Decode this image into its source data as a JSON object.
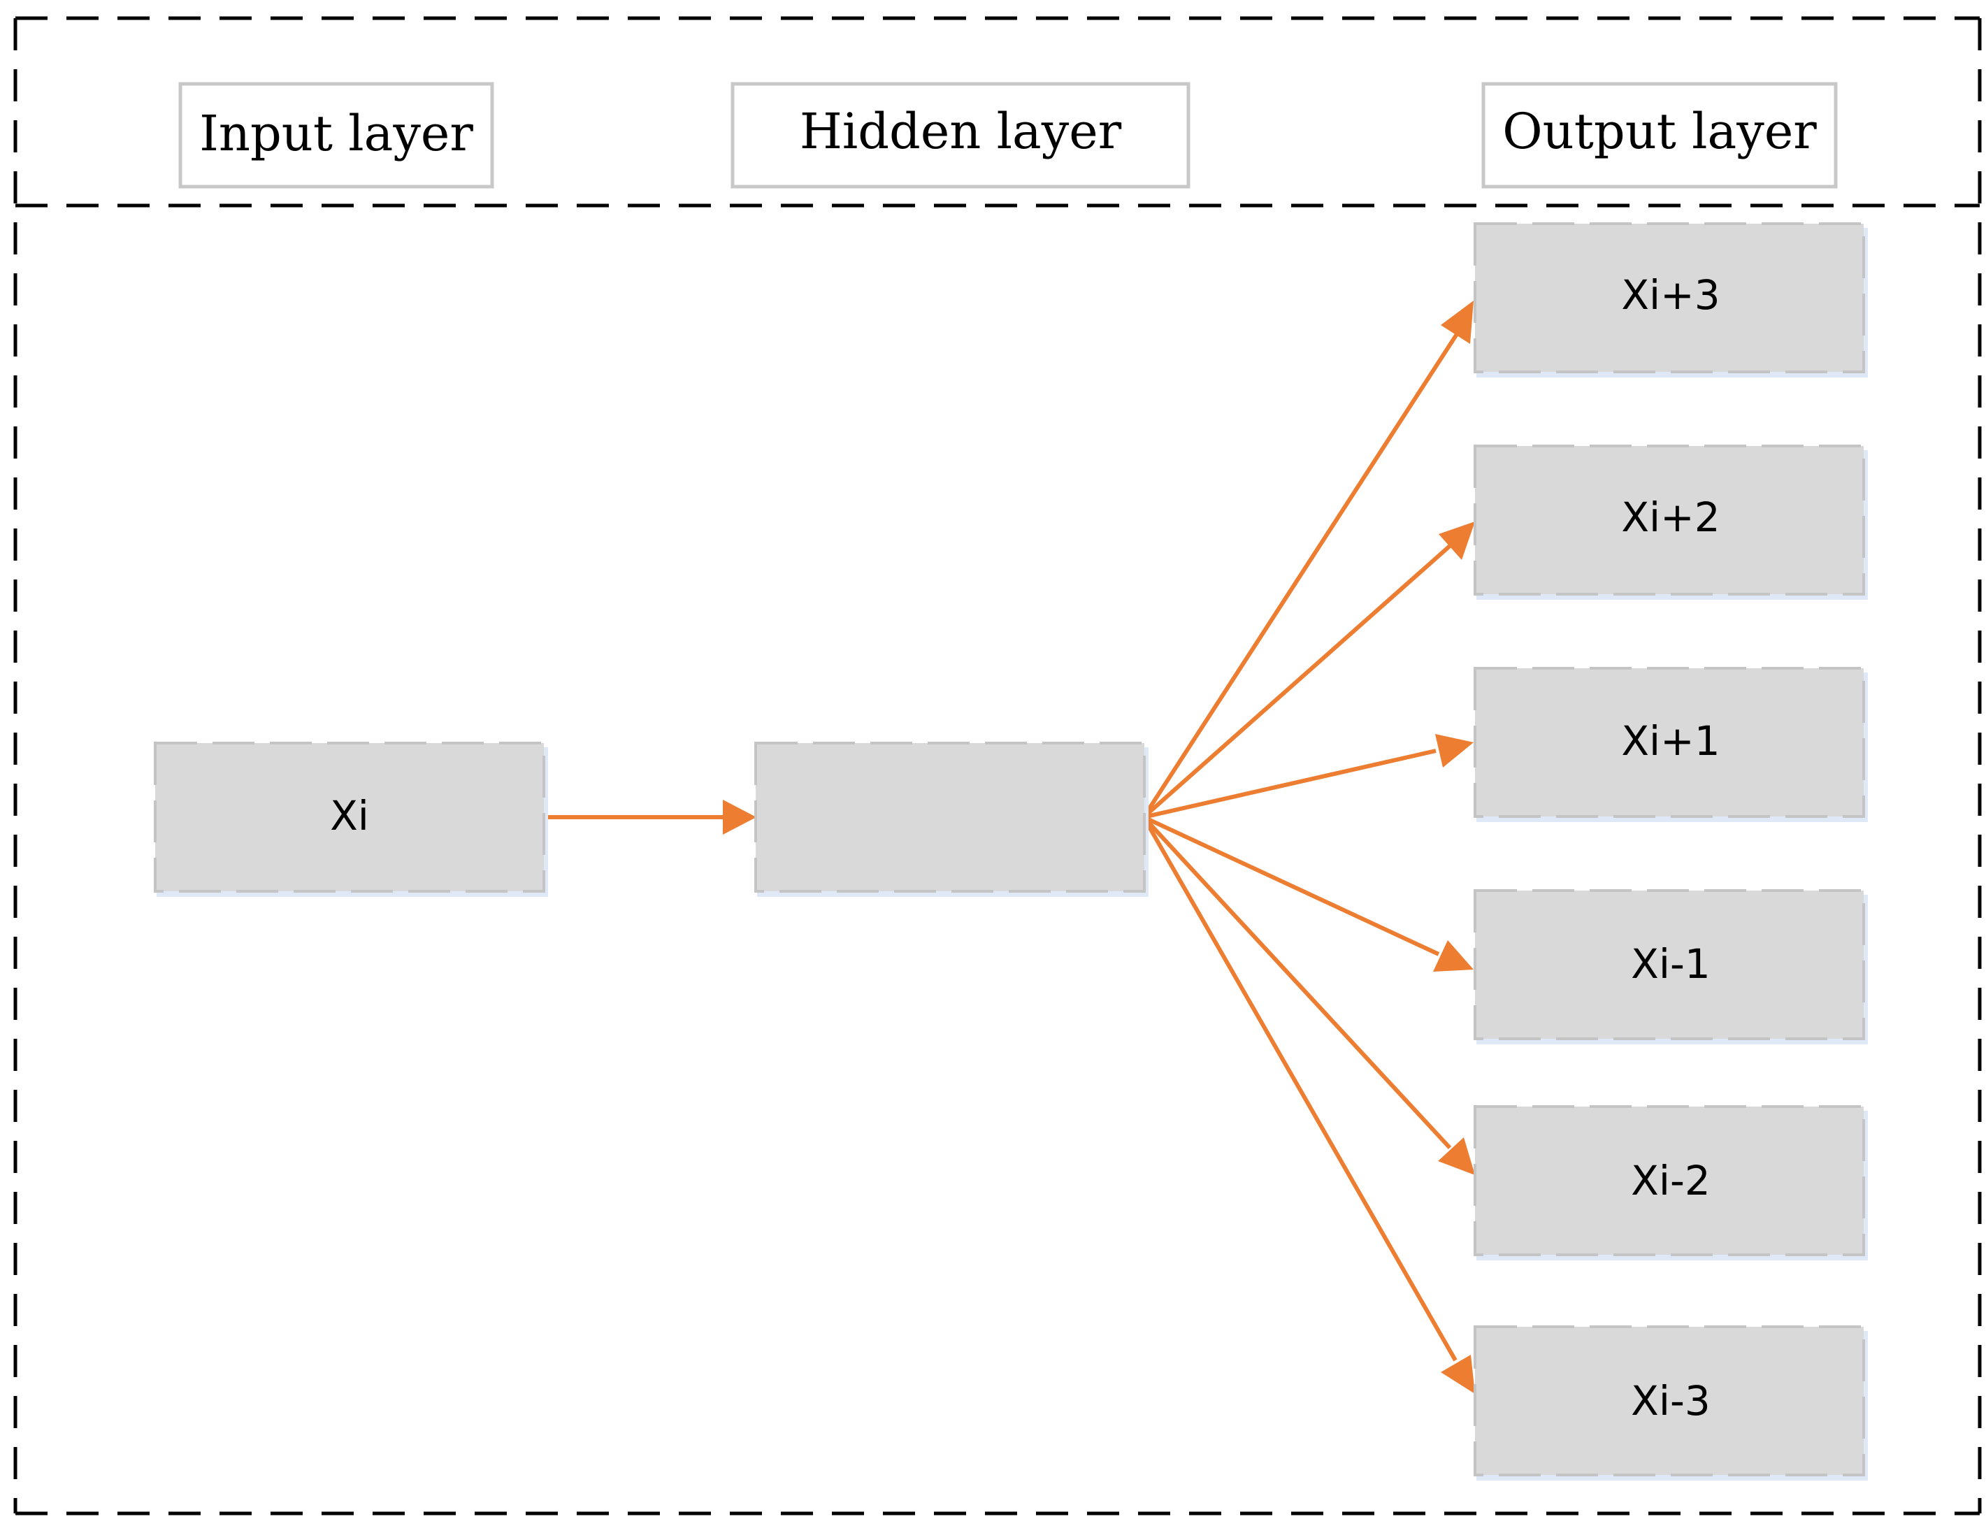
{
  "layers": {
    "input": "Input layer",
    "hidden": "Hidden layer",
    "output": "Output layer"
  },
  "nodes": {
    "input": "Xi",
    "hidden": "",
    "outputs": [
      "Xi+3",
      "Xi+2",
      "Xi+1",
      "Xi-1",
      "Xi-2",
      "Xi-3"
    ]
  },
  "colors": {
    "arrow": "#ed7d31",
    "node_fill": "#d9d9d9",
    "frame": "#000000"
  }
}
